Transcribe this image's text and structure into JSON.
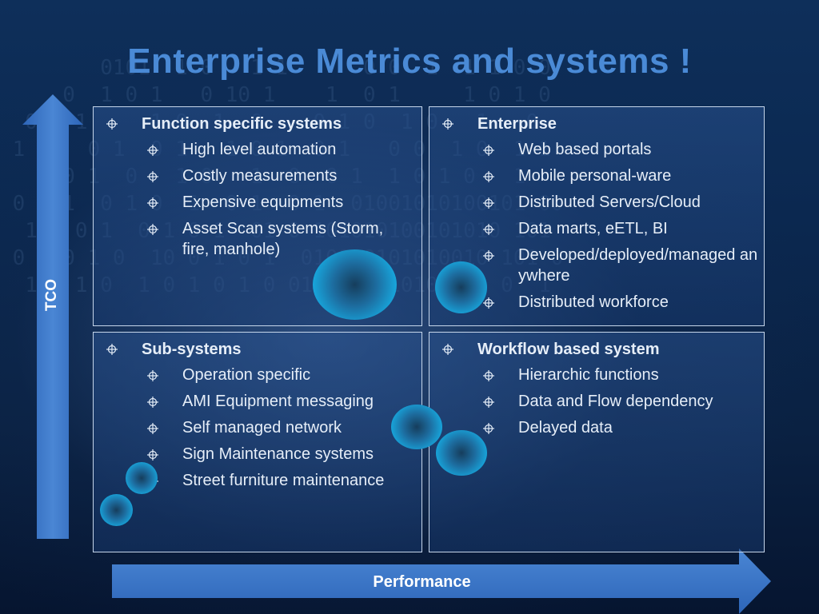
{
  "title": "Enterprise Metrics and systems !",
  "axes": {
    "y_label": "TCO",
    "x_label": "Performance"
  },
  "panels": {
    "top_left": {
      "heading": "Function specific systems",
      "items": [
        "High level automation",
        "Costly measurements",
        "Expensive equipments",
        "Asset Scan systems (Storm, fire, manhole)"
      ]
    },
    "top_right": {
      "heading": "Enterprise",
      "items": [
        "Web based portals",
        "Mobile personal-ware",
        "Distributed Servers/Cloud",
        "Data marts, eETL, BI",
        "Developed/deployed/managed anywhere",
        "Distributed workforce"
      ]
    },
    "bottom_left": {
      "heading": "Sub-systems",
      "items": [
        "Operation specific",
        "AMI Equipment messaging",
        "Self managed network",
        "Sign Maintenance systems",
        "Street furniture maintenance"
      ]
    },
    "bottom_right": {
      "heading": "Workflow based system",
      "items": [
        "Hierarchic functions",
        "Data and Flow dependency",
        "Delayed data"
      ]
    }
  },
  "colors": {
    "title": "#4a8ad6",
    "arrow": "#3f78c9",
    "bubble": "#16b3ea"
  }
}
